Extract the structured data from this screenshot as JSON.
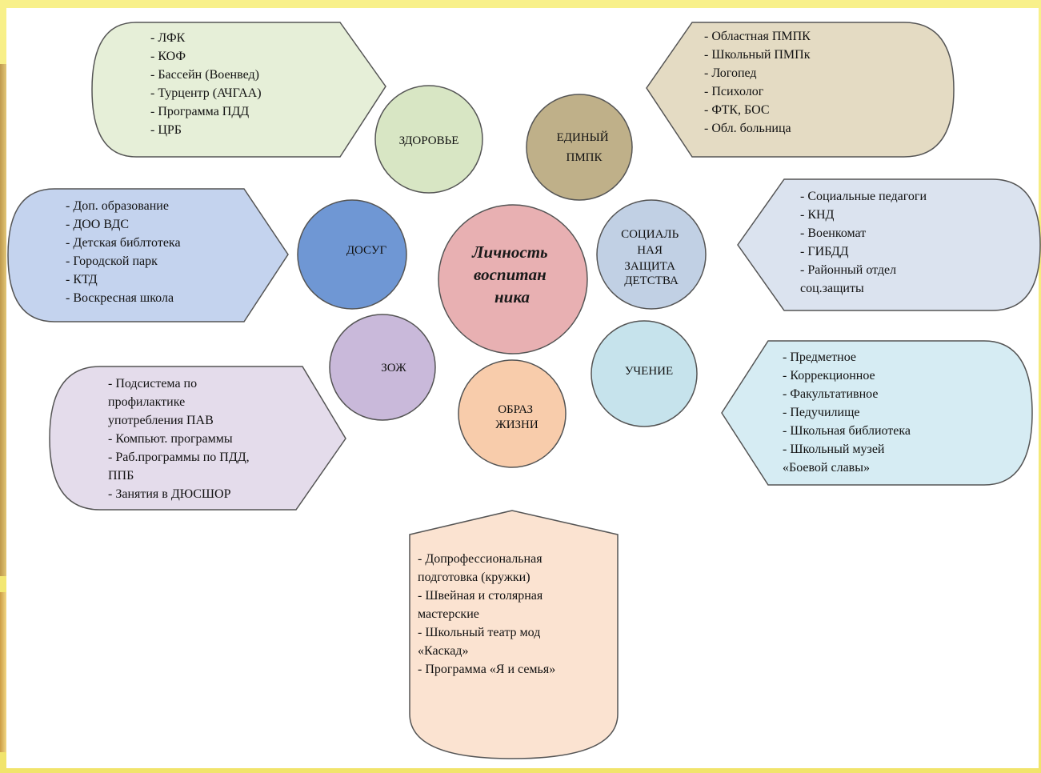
{
  "center": {
    "lines": [
      "Личность",
      "воспитан",
      "ника"
    ],
    "fill": "#e8b0b2"
  },
  "circles": [
    {
      "id": "zdorovie",
      "lines": [
        "ЗДОРОВЬЕ"
      ],
      "fill": "#d8e6c4"
    },
    {
      "id": "pmpk",
      "lines": [
        "ЕДИНЫЙ",
        "ПМПК"
      ],
      "fill": "#bfb089"
    },
    {
      "id": "dosug",
      "lines": [
        "ДОСУГ"
      ],
      "fill": "#6f97d4"
    },
    {
      "id": "social",
      "lines": [
        "СОЦИАЛЬ",
        "НАЯ",
        "ЗАЩИТА",
        "ДЕТСТВА"
      ],
      "fill": "#c1d0e4"
    },
    {
      "id": "zozh",
      "lines": [
        "ЗОЖ"
      ],
      "fill": "#c9b9da"
    },
    {
      "id": "uchenie",
      "lines": [
        "УЧЕНИЕ"
      ],
      "fill": "#c6e3ec"
    },
    {
      "id": "obraz",
      "lines": [
        "ОБРАЗ",
        "ЖИЗНИ"
      ],
      "fill": "#f8ccab"
    }
  ],
  "boxes": [
    {
      "id": "zdorovie",
      "fill": "#e6efd8",
      "lines": [
        "- ЛФК",
        "- КОФ",
        "- Бассейн (Военвед)",
        "- Турцентр (АЧГАА)",
        "- Программа ПДД",
        "- ЦРБ"
      ]
    },
    {
      "id": "pmpk",
      "fill": "#e4dbc3",
      "lines": [
        "- Областная ПМПК",
        "- Школьный ПМПк",
        "- Логопед",
        "- Психолог",
        "- ФТК, БОС",
        "- Обл. больница"
      ]
    },
    {
      "id": "dosug",
      "fill": "#c4d3ee",
      "lines": [
        "- Доп. образование",
        "- ДОО ВДС",
        "- Детская библтотека",
        "- Городской парк",
        "- КТД",
        "- Воскресная школа"
      ]
    },
    {
      "id": "social",
      "fill": "#dbe3ef",
      "lines": [
        "- Социальные педагоги",
        "- КНД",
        "- Военкомат",
        "- ГИБДД",
        "- Районный отдел",
        "соц.защиты"
      ]
    },
    {
      "id": "zozh",
      "fill": "#e4dceb",
      "lines": [
        "- Подсистема по",
        "профилактике",
        "употребления ПАВ",
        "- Компьют. программы",
        "- Раб.программы по ПДД,",
        "ППБ",
        "- Занятия в ДЮСШОР"
      ]
    },
    {
      "id": "uchenie",
      "fill": "#d6ecf3",
      "lines": [
        "- Предметное",
        "- Коррекционное",
        "- Факультативное",
        "- Педучилище",
        "- Школьная библиотека",
        "- Школьный музей",
        "«Боевой славы»"
      ]
    },
    {
      "id": "obraz",
      "fill": "#fbe3d1",
      "lines": [
        "- Допрофессиональная",
        "подготовка (кружки)",
        "- Швейная и столярная",
        "мастерские",
        "- Школьный театр мод",
        "«Каскад»",
        "- Программа «Я и семья»"
      ]
    }
  ]
}
